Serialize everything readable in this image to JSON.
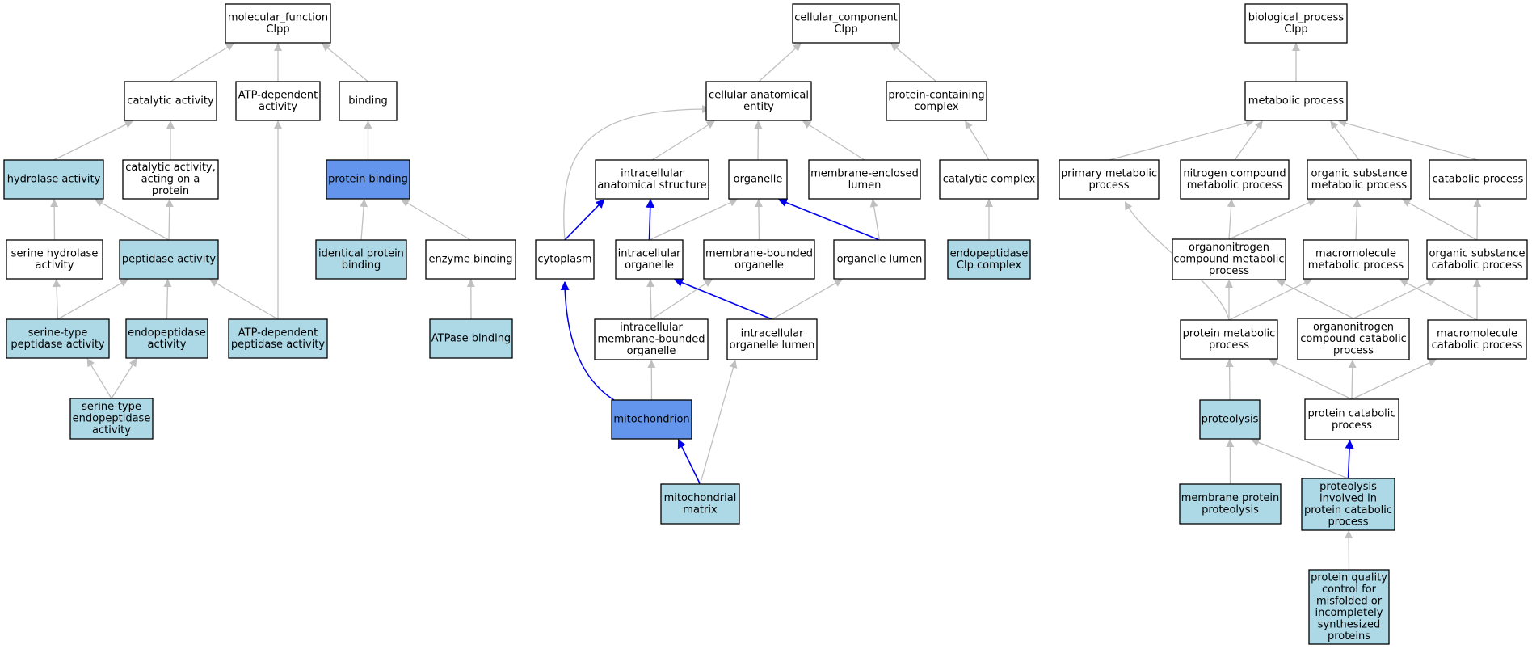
{
  "colors": {
    "white": "#ffffff",
    "light_blue": "#add8e6",
    "medium_blue": "#6495ed",
    "edge_gray": "#c0c0c0",
    "edge_blue": "#0000ee"
  },
  "nodes": {
    "mf_root": {
      "lines": [
        "molecular_function",
        "Clpp"
      ],
      "fill": "white"
    },
    "catalytic_activity": {
      "lines": [
        "catalytic activity"
      ],
      "fill": "white"
    },
    "atp_dependent_activity": {
      "lines": [
        "ATP-dependent",
        "activity"
      ],
      "fill": "white"
    },
    "binding": {
      "lines": [
        "binding"
      ],
      "fill": "white"
    },
    "hydrolase_activity": {
      "lines": [
        "hydrolase activity"
      ],
      "fill": "light_blue"
    },
    "catalytic_activity_protein": {
      "lines": [
        "catalytic activity,",
        "acting on a",
        "protein"
      ],
      "fill": "white"
    },
    "protein_binding": {
      "lines": [
        "protein binding"
      ],
      "fill": "medium_blue"
    },
    "serine_hydrolase": {
      "lines": [
        "serine hydrolase",
        "activity"
      ],
      "fill": "white"
    },
    "peptidase_activity": {
      "lines": [
        "peptidase activity"
      ],
      "fill": "light_blue"
    },
    "identical_protein_binding": {
      "lines": [
        "identical protein",
        "binding"
      ],
      "fill": "light_blue"
    },
    "enzyme_binding": {
      "lines": [
        "enzyme binding"
      ],
      "fill": "white"
    },
    "serine_peptidase": {
      "lines": [
        "serine-type",
        "peptidase activity"
      ],
      "fill": "light_blue"
    },
    "endopeptidase_activity": {
      "lines": [
        "endopeptidase",
        "activity"
      ],
      "fill": "light_blue"
    },
    "atp_dependent_peptidase": {
      "lines": [
        "ATP-dependent",
        "peptidase activity"
      ],
      "fill": "light_blue"
    },
    "atpase_binding": {
      "lines": [
        "ATPase binding"
      ],
      "fill": "light_blue"
    },
    "serine_endopeptidase": {
      "lines": [
        "serine-type",
        "endopeptidase",
        "activity"
      ],
      "fill": "light_blue"
    },
    "cc_root": {
      "lines": [
        "cellular_component",
        "Clpp"
      ],
      "fill": "white"
    },
    "cellular_anatomical_entity": {
      "lines": [
        "cellular anatomical",
        "entity"
      ],
      "fill": "white"
    },
    "protein_containing_complex": {
      "lines": [
        "protein-containing",
        "complex"
      ],
      "fill": "white"
    },
    "intracellular_anatomical_structure": {
      "lines": [
        "intracellular",
        "anatomical structure"
      ],
      "fill": "white"
    },
    "organelle": {
      "lines": [
        "organelle"
      ],
      "fill": "white"
    },
    "membrane_enclosed_lumen": {
      "lines": [
        "membrane-enclosed",
        "lumen"
      ],
      "fill": "white"
    },
    "catalytic_complex": {
      "lines": [
        "catalytic complex"
      ],
      "fill": "white"
    },
    "cytoplasm": {
      "lines": [
        "cytoplasm"
      ],
      "fill": "white"
    },
    "intracellular_organelle": {
      "lines": [
        "intracellular",
        "organelle"
      ],
      "fill": "white"
    },
    "membrane_bounded_organelle": {
      "lines": [
        "membrane-bounded",
        "organelle"
      ],
      "fill": "white"
    },
    "organelle_lumen": {
      "lines": [
        "organelle lumen"
      ],
      "fill": "white"
    },
    "endopeptidase_clp_complex": {
      "lines": [
        "endopeptidase",
        "Clp complex"
      ],
      "fill": "light_blue"
    },
    "intracellular_membrane_bounded_organelle": {
      "lines": [
        "intracellular",
        "membrane-bounded",
        "organelle"
      ],
      "fill": "white"
    },
    "intracellular_organelle_lumen": {
      "lines": [
        "intracellular",
        "organelle lumen"
      ],
      "fill": "white"
    },
    "mitochondrion": {
      "lines": [
        "mitochondrion"
      ],
      "fill": "medium_blue"
    },
    "mitochondrial_matrix": {
      "lines": [
        "mitochondrial",
        "matrix"
      ],
      "fill": "light_blue"
    },
    "bp_root": {
      "lines": [
        "biological_process",
        "Clpp"
      ],
      "fill": "white"
    },
    "metabolic_process": {
      "lines": [
        "metabolic process"
      ],
      "fill": "white"
    },
    "primary_metabolic_process": {
      "lines": [
        "primary metabolic",
        "process"
      ],
      "fill": "white"
    },
    "nitrogen_compound_metabolic_process": {
      "lines": [
        "nitrogen compound",
        "metabolic process"
      ],
      "fill": "white"
    },
    "organic_substance_metabolic_process": {
      "lines": [
        "organic substance",
        "metabolic process"
      ],
      "fill": "white"
    },
    "catabolic_process": {
      "lines": [
        "catabolic process"
      ],
      "fill": "white"
    },
    "organonitrogen_compound_metabolic_process": {
      "lines": [
        "organonitrogen",
        "compound metabolic",
        "process"
      ],
      "fill": "white"
    },
    "macromolecule_metabolic_process": {
      "lines": [
        "macromolecule",
        "metabolic process"
      ],
      "fill": "white"
    },
    "organic_substance_catabolic_process": {
      "lines": [
        "organic substance",
        "catabolic process"
      ],
      "fill": "white"
    },
    "protein_metabolic_process": {
      "lines": [
        "protein metabolic",
        "process"
      ],
      "fill": "white"
    },
    "organonitrogen_compound_catabolic_process": {
      "lines": [
        "organonitrogen",
        "compound catabolic",
        "process"
      ],
      "fill": "white"
    },
    "macromolecule_catabolic_process": {
      "lines": [
        "macromolecule",
        "catabolic process"
      ],
      "fill": "white"
    },
    "proteolysis": {
      "lines": [
        "proteolysis"
      ],
      "fill": "light_blue"
    },
    "protein_catabolic_process": {
      "lines": [
        "protein catabolic",
        "process"
      ],
      "fill": "white"
    },
    "membrane_protein_proteolysis": {
      "lines": [
        "membrane protein",
        "proteolysis"
      ],
      "fill": "light_blue"
    },
    "proteolysis_protein_catabolic": {
      "lines": [
        "proteolysis",
        "involved in",
        "protein catabolic",
        "process"
      ],
      "fill": "light_blue"
    },
    "protein_quality_control": {
      "lines": [
        "protein quality",
        "control for",
        "misfolded or",
        "incompletely",
        "synthesized",
        "proteins"
      ],
      "fill": "light_blue"
    }
  },
  "edges": [
    {
      "from": "catalytic_activity",
      "to": "mf_root",
      "color": "gray"
    },
    {
      "from": "atp_dependent_activity",
      "to": "mf_root",
      "color": "gray"
    },
    {
      "from": "binding",
      "to": "mf_root",
      "color": "gray"
    },
    {
      "from": "hydrolase_activity",
      "to": "catalytic_activity",
      "color": "gray"
    },
    {
      "from": "catalytic_activity_protein",
      "to": "catalytic_activity",
      "color": "gray"
    },
    {
      "from": "protein_binding",
      "to": "binding",
      "color": "gray"
    },
    {
      "from": "serine_hydrolase",
      "to": "hydrolase_activity",
      "color": "gray"
    },
    {
      "from": "peptidase_activity",
      "to": "hydrolase_activity",
      "color": "gray"
    },
    {
      "from": "peptidase_activity",
      "to": "catalytic_activity_protein",
      "color": "gray"
    },
    {
      "from": "identical_protein_binding",
      "to": "protein_binding",
      "color": "gray"
    },
    {
      "from": "enzyme_binding",
      "to": "protein_binding",
      "color": "gray"
    },
    {
      "from": "serine_peptidase",
      "to": "serine_hydrolase",
      "color": "gray"
    },
    {
      "from": "serine_peptidase",
      "to": "peptidase_activity",
      "color": "gray"
    },
    {
      "from": "endopeptidase_activity",
      "to": "peptidase_activity",
      "color": "gray"
    },
    {
      "from": "atp_dependent_peptidase",
      "to": "peptidase_activity",
      "color": "gray"
    },
    {
      "from": "atp_dependent_peptidase",
      "to": "atp_dependent_activity",
      "color": "gray"
    },
    {
      "from": "atpase_binding",
      "to": "enzyme_binding",
      "color": "gray"
    },
    {
      "from": "serine_endopeptidase",
      "to": "serine_peptidase",
      "color": "gray"
    },
    {
      "from": "serine_endopeptidase",
      "to": "endopeptidase_activity",
      "color": "gray"
    },
    {
      "from": "cellular_anatomical_entity",
      "to": "cc_root",
      "color": "gray"
    },
    {
      "from": "protein_containing_complex",
      "to": "cc_root",
      "color": "gray"
    },
    {
      "from": "intracellular_anatomical_structure",
      "to": "cellular_anatomical_entity",
      "color": "gray"
    },
    {
      "from": "organelle",
      "to": "cellular_anatomical_entity",
      "color": "gray"
    },
    {
      "from": "membrane_enclosed_lumen",
      "to": "cellular_anatomical_entity",
      "color": "gray"
    },
    {
      "from": "cytoplasm",
      "to": "cellular_anatomical_entity",
      "color": "gray",
      "curve": "cytoplasm"
    },
    {
      "from": "catalytic_complex",
      "to": "protein_containing_complex",
      "color": "gray"
    },
    {
      "from": "cytoplasm",
      "to": "intracellular_anatomical_structure",
      "color": "blue"
    },
    {
      "from": "intracellular_organelle",
      "to": "intracellular_anatomical_structure",
      "color": "blue"
    },
    {
      "from": "intracellular_organelle",
      "to": "organelle",
      "color": "gray"
    },
    {
      "from": "membrane_bounded_organelle",
      "to": "organelle",
      "color": "gray"
    },
    {
      "from": "organelle_lumen",
      "to": "organelle",
      "color": "blue"
    },
    {
      "from": "organelle_lumen",
      "to": "membrane_enclosed_lumen",
      "color": "gray"
    },
    {
      "from": "endopeptidase_clp_complex",
      "to": "catalytic_complex",
      "color": "gray"
    },
    {
      "from": "intracellular_membrane_bounded_organelle",
      "to": "intracellular_organelle",
      "color": "gray"
    },
    {
      "from": "intracellular_membrane_bounded_organelle",
      "to": "membrane_bounded_organelle",
      "color": "gray"
    },
    {
      "from": "intracellular_organelle_lumen",
      "to": "intracellular_organelle",
      "color": "blue"
    },
    {
      "from": "intracellular_organelle_lumen",
      "to": "organelle_lumen",
      "color": "gray"
    },
    {
      "from": "mitochondrion",
      "to": "cytoplasm",
      "color": "blue",
      "curve": "mito"
    },
    {
      "from": "mitochondrion",
      "to": "intracellular_membrane_bounded_organelle",
      "color": "gray"
    },
    {
      "from": "mitochondrial_matrix",
      "to": "mitochondrion",
      "color": "blue"
    },
    {
      "from": "mitochondrial_matrix",
      "to": "intracellular_organelle_lumen",
      "color": "gray"
    },
    {
      "from": "metabolic_process",
      "to": "bp_root",
      "color": "gray"
    },
    {
      "from": "primary_metabolic_process",
      "to": "metabolic_process",
      "color": "gray"
    },
    {
      "from": "nitrogen_compound_metabolic_process",
      "to": "metabolic_process",
      "color": "gray"
    },
    {
      "from": "organic_substance_metabolic_process",
      "to": "metabolic_process",
      "color": "gray"
    },
    {
      "from": "catabolic_process",
      "to": "metabolic_process",
      "color": "gray"
    },
    {
      "from": "organonitrogen_compound_metabolic_process",
      "to": "nitrogen_compound_metabolic_process",
      "color": "gray"
    },
    {
      "from": "organonitrogen_compound_metabolic_process",
      "to": "organic_substance_metabolic_process",
      "color": "gray"
    },
    {
      "from": "macromolecule_metabolic_process",
      "to": "organic_substance_metabolic_process",
      "color": "gray"
    },
    {
      "from": "organic_substance_catabolic_process",
      "to": "organic_substance_metabolic_process",
      "color": "gray"
    },
    {
      "from": "organic_substance_catabolic_process",
      "to": "catabolic_process",
      "color": "gray"
    },
    {
      "from": "protein_metabolic_process",
      "to": "primary_metabolic_process",
      "color": "gray",
      "curve": "primary"
    },
    {
      "from": "protein_metabolic_process",
      "to": "organonitrogen_compound_metabolic_process",
      "color": "gray"
    },
    {
      "from": "protein_metabolic_process",
      "to": "macromolecule_metabolic_process",
      "color": "gray"
    },
    {
      "from": "organonitrogen_compound_catabolic_process",
      "to": "organonitrogen_compound_metabolic_process",
      "color": "gray"
    },
    {
      "from": "organonitrogen_compound_catabolic_process",
      "to": "organic_substance_catabolic_process",
      "color": "gray"
    },
    {
      "from": "macromolecule_catabolic_process",
      "to": "macromolecule_metabolic_process",
      "color": "gray"
    },
    {
      "from": "macromolecule_catabolic_process",
      "to": "organic_substance_catabolic_process",
      "color": "gray"
    },
    {
      "from": "proteolysis",
      "to": "protein_metabolic_process",
      "color": "gray"
    },
    {
      "from": "protein_catabolic_process",
      "to": "protein_metabolic_process",
      "color": "gray"
    },
    {
      "from": "protein_catabolic_process",
      "to": "organonitrogen_compound_catabolic_process",
      "color": "gray"
    },
    {
      "from": "protein_catabolic_process",
      "to": "macromolecule_catabolic_process",
      "color": "gray"
    },
    {
      "from": "membrane_protein_proteolysis",
      "to": "proteolysis",
      "color": "gray"
    },
    {
      "from": "proteolysis_protein_catabolic",
      "to": "proteolysis",
      "color": "gray"
    },
    {
      "from": "proteolysis_protein_catabolic",
      "to": "protein_catabolic_process",
      "color": "blue"
    },
    {
      "from": "protein_quality_control",
      "to": "proteolysis_protein_catabolic",
      "color": "gray"
    }
  ]
}
